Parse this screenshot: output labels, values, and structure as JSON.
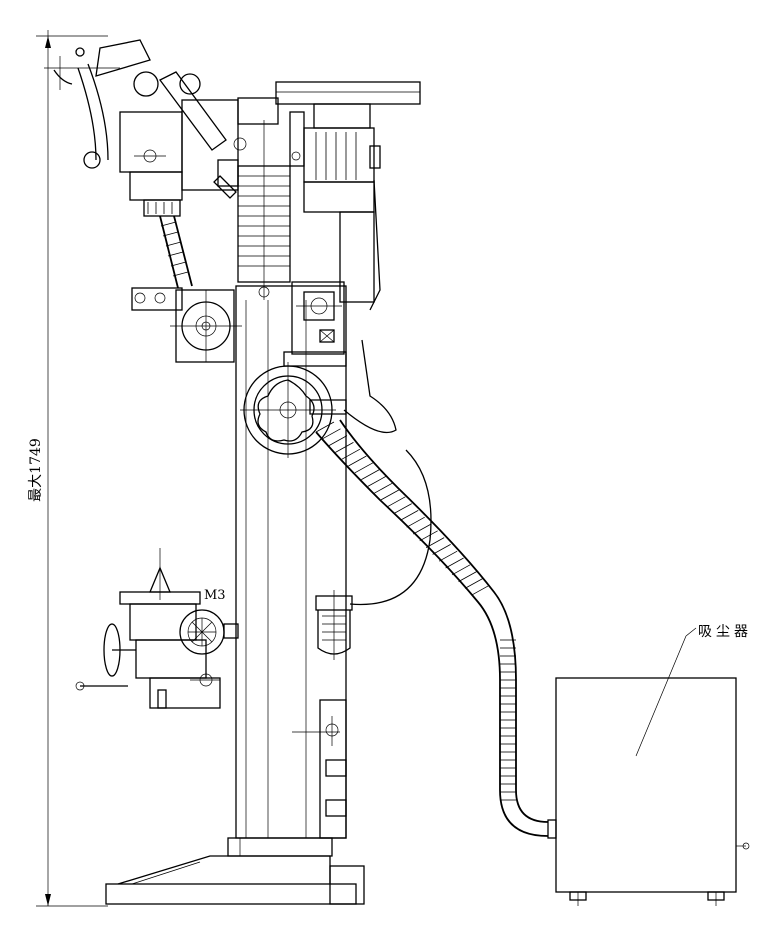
{
  "annotations": {
    "height_dimension": "最大1749",
    "collector_label": "吸尘器",
    "taper_label": "M3"
  }
}
